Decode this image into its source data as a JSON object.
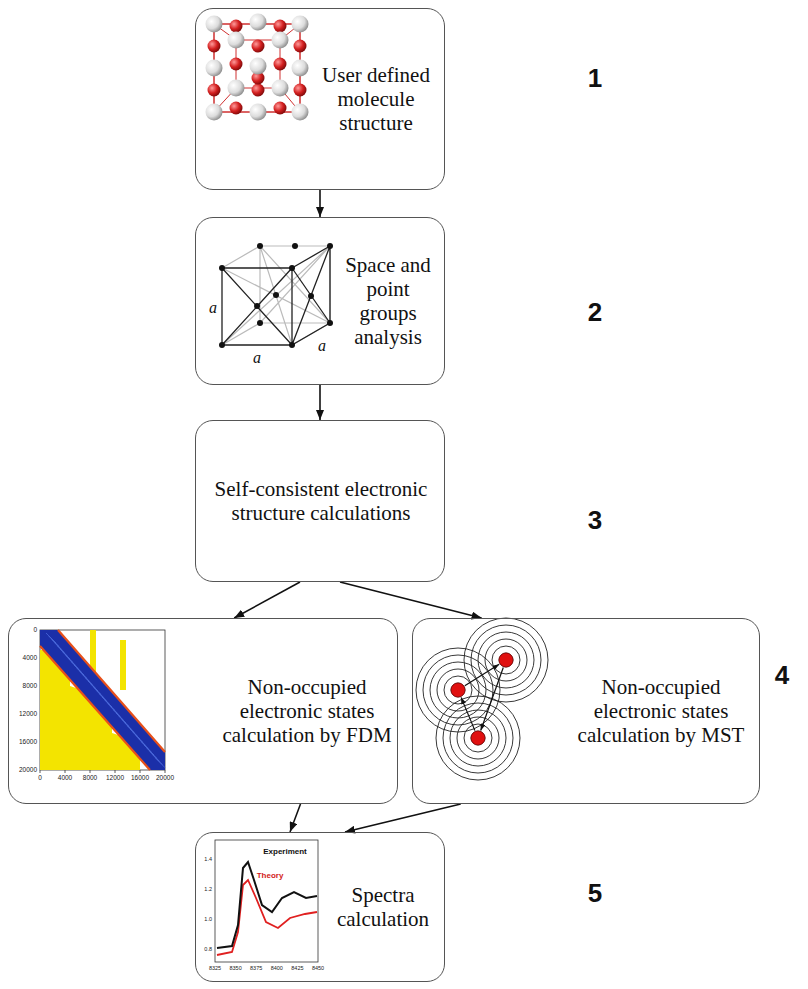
{
  "diagram": {
    "nodes": [
      {
        "text": [
          "User defined molecule structure"
        ]
      },
      {
        "text": [
          "Space and point groups analysis"
        ]
      },
      {
        "text": [
          "Self-consistent electronic structure calculations"
        ]
      },
      {
        "text": [
          "Non-occupied electronic states calculation by FDM"
        ]
      },
      {
        "text": [
          "Non-occupied electronic states calculation by MST"
        ]
      },
      {
        "text": [
          "Spectra calculation"
        ]
      }
    ],
    "edges": [
      {
        "from": 0,
        "to": 1,
        "arrow": "to"
      },
      {
        "from": 1,
        "to": 2,
        "arrow": "to"
      },
      {
        "from": 2,
        "to": 3,
        "arrow": "to"
      },
      {
        "from": 2,
        "to": 4,
        "arrow": "to"
      },
      {
        "from": 3,
        "to": 5,
        "arrow": "to"
      },
      {
        "from": 4,
        "to": 5,
        "arrow": "to"
      }
    ],
    "labels": [
      "1",
      "2",
      "3",
      "4",
      "5",
      "a",
      "a",
      "a",
      "0",
      "4000",
      "8000",
      "12000",
      "16000",
      "20000",
      "0",
      "4000",
      "8000",
      "12000",
      "16000",
      "20000",
      "Experiment",
      "Theory",
      "8325",
      "8350",
      "8375",
      "8400",
      "8425",
      "8450",
      "0.8",
      "1.0",
      "1.2",
      "1.4"
    ]
  }
}
